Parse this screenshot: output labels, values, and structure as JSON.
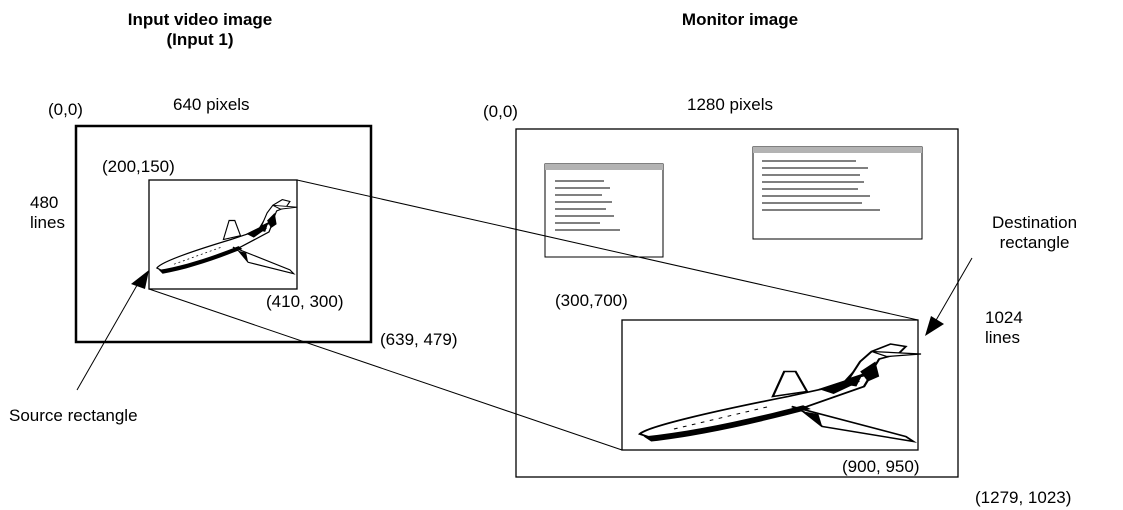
{
  "left_panel": {
    "title_line1": "Input video image",
    "title_line2": "(Input 1)",
    "origin": "(0,0)",
    "width_label": "640 pixels",
    "height_line1": "480",
    "height_line2": "lines",
    "source_top_left": "(200,150)",
    "source_bottom_right": "(410, 300)",
    "image_bottom_right": "(639, 479)",
    "source_caption": "Source rectangle"
  },
  "right_panel": {
    "title": "Monitor image",
    "origin": "(0,0)",
    "width_label": "1280 pixels",
    "height_line1": "1024",
    "height_line2": "lines",
    "dest_caption_line1": "Destination",
    "dest_caption_line2": "rectangle",
    "dest_top_left": "(300,700)",
    "dest_bottom_right": "(900, 950)",
    "monitor_bottom_right": "(1279, 1023)"
  }
}
